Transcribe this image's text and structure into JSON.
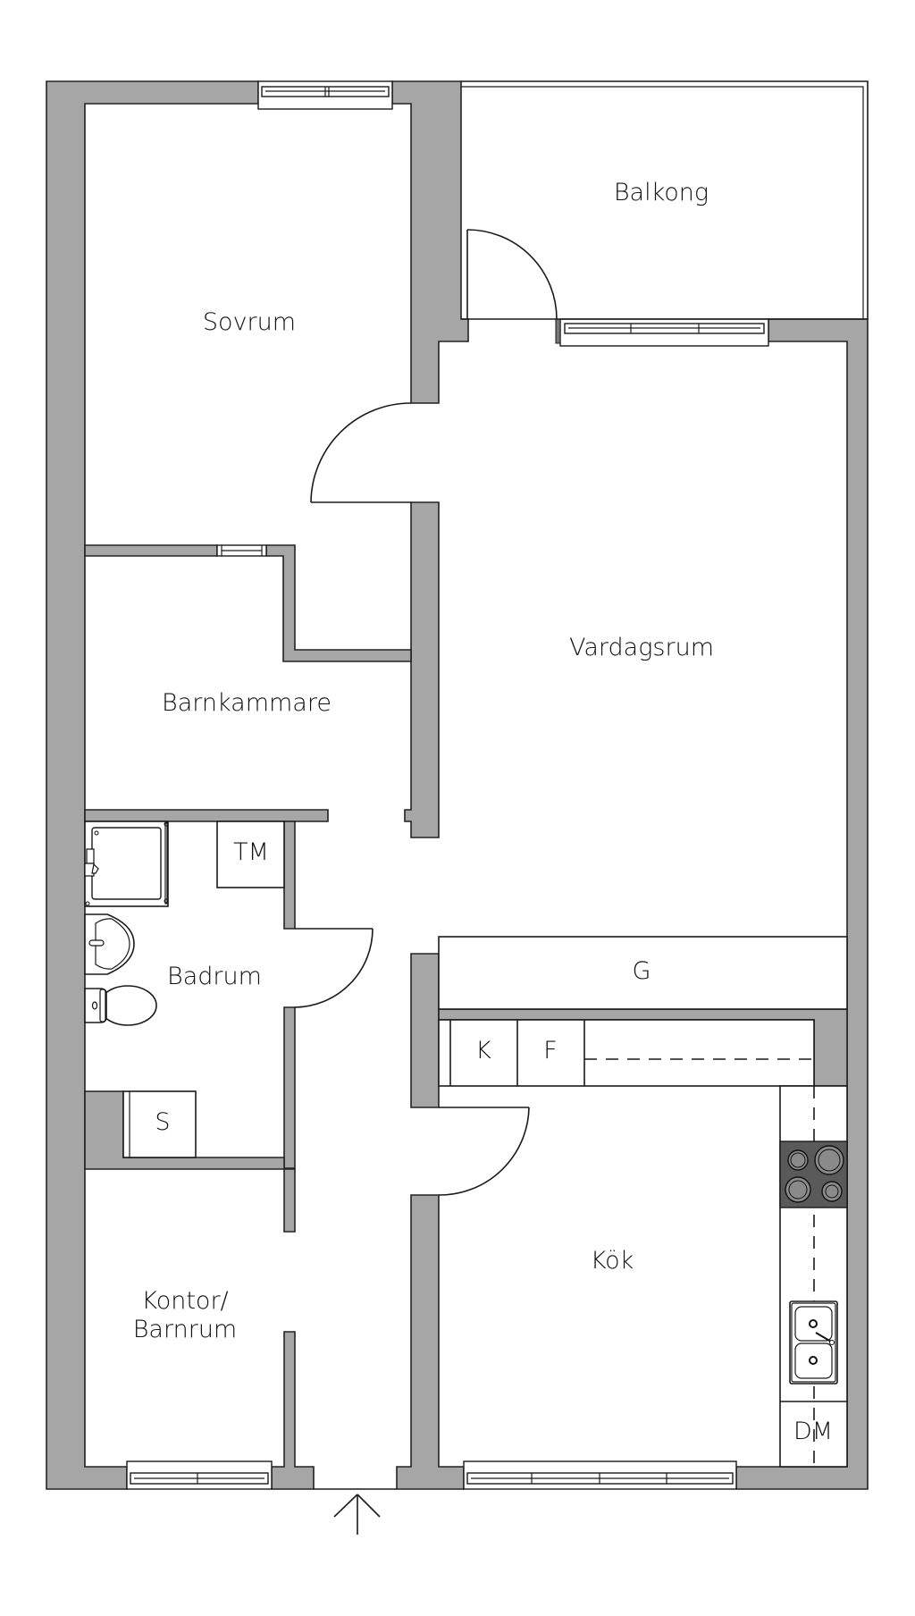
{
  "floorplan": {
    "colors": {
      "wall": "#a6a6a6",
      "line": "#1a1a1a",
      "stove": "#5a5a5a",
      "background": "#ffffff"
    },
    "rooms": {
      "sovrum": "Sovrum",
      "balkong": "Balkong",
      "vardagsrum": "Vardagsrum",
      "barnkammare": "Barnkammare",
      "badrum": "Badrum",
      "kok": "Kök",
      "kontor_line1": "Kontor/",
      "kontor_line2": "Barnrum"
    },
    "fixtures": {
      "tm": "TM",
      "s": "S",
      "g": "G",
      "k": "K",
      "f": "F",
      "dm": "DM"
    },
    "entrance_icon": "arrow-up-icon"
  }
}
